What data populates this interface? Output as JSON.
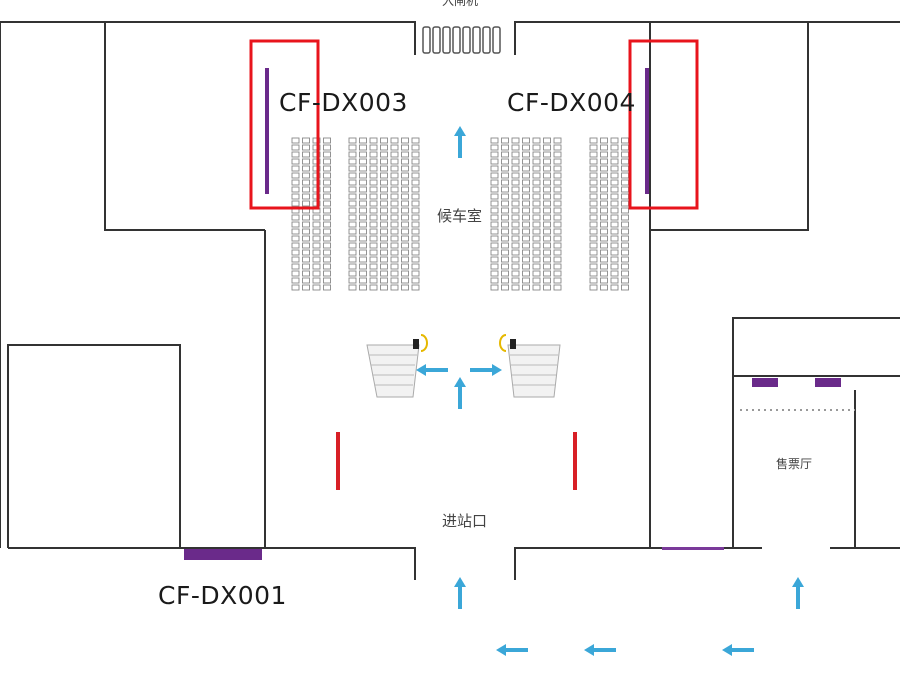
{
  "labels": {
    "gate": "入闸机",
    "dx003": "CF-DX003",
    "dx004": "CF-DX004",
    "dx001": "CF-DX001",
    "waiting_room": "候车室",
    "ticket_hall": "售票厅",
    "entrance": "进站口"
  },
  "colors": {
    "wall": "#333333",
    "seat": "#888888",
    "arrow": "#3ba7d8",
    "screen": "#6a2a8a",
    "highlight": "#e8141c",
    "post": "#d81f26"
  },
  "icons": [
    "arrow-up-icon",
    "arrow-left-icon",
    "arrow-right-icon",
    "security-scanner-icon"
  ]
}
